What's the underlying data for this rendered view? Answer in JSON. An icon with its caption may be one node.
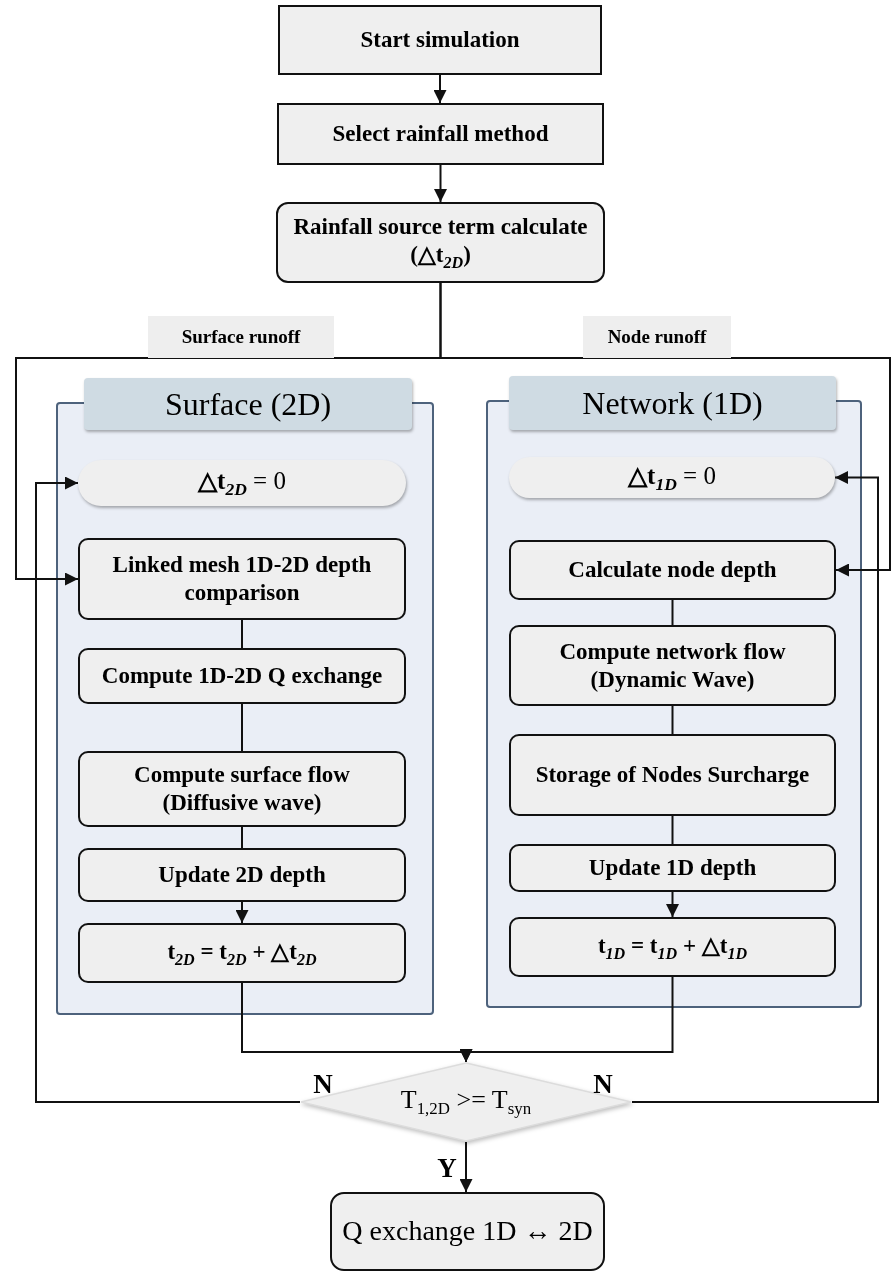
{
  "diagram": {
    "nodes": [
      {
        "text": [
          "Start simulation"
        ]
      },
      {
        "text": [
          "Select rainfall method"
        ]
      },
      {
        "text": [
          "Rainfall source term calculate (△t$_{2D}$)"
        ]
      },
      {
        "text": [
          "Surface (2D)"
        ]
      },
      {
        "text": [
          "**△t**$_{2D}$ = 0"
        ],
        "in": 3
      },
      {
        "text": [
          "Linked mesh 1D-2D depth comparison"
        ],
        "in": 3
      },
      {
        "text": [
          "Compute 1D-2D Q exchange"
        ],
        "in": 3
      },
      {
        "text": [
          "Compute surface flow (Diffusive wave)"
        ],
        "in": 3
      },
      {
        "text": [
          "Update 2D depth"
        ],
        "in": 3
      },
      {
        "text": [
          "t$_{2D}$ = t$_{2D}$ + △t$_{2D}$"
        ],
        "in": 3
      },
      {
        "text": [
          "Network (1D)"
        ]
      },
      {
        "text": [
          "**△t**$_{1D}$ = 0"
        ],
        "in": 10
      },
      {
        "text": [
          "Calculate node depth"
        ],
        "in": 10
      },
      {
        "text": [
          "Compute network flow (Dynamic Wave)"
        ],
        "in": 10
      },
      {
        "text": [
          "Storage of Nodes Surcharge"
        ],
        "in": 10
      },
      {
        "text": [
          "Update 1D depth"
        ],
        "in": 10
      },
      {
        "text": [
          "t$_{1D}$ = t$_{1D}$ + △t$_{1D}$"
        ],
        "in": 10
      },
      {
        "text": [
          "T$_{1,2D}$ >= T$_{syn}$"
        ]
      },
      {
        "text": [
          "Q exchange 1D ↔ 2D"
        ]
      }
    ],
    "edges": [
      {
        "from": 0,
        "to": 1,
        "arrow": "to"
      },
      {
        "from": 1,
        "to": 2,
        "arrow": "to"
      },
      {
        "from": 2,
        "to": 5,
        "arrow": "to",
        "label": "Surface runoff"
      },
      {
        "from": 2,
        "to": 12,
        "arrow": "to",
        "label": "Node runoff"
      },
      {
        "from": 5,
        "to": 6,
        "arrow": "none"
      },
      {
        "from": 6,
        "to": 7,
        "arrow": "none"
      },
      {
        "from": 7,
        "to": 8,
        "arrow": "none"
      },
      {
        "from": 8,
        "to": 9,
        "arrow": "to"
      },
      {
        "from": 12,
        "to": 13,
        "arrow": "none"
      },
      {
        "from": 13,
        "to": 14,
        "arrow": "none"
      },
      {
        "from": 14,
        "to": 15,
        "arrow": "none"
      },
      {
        "from": 15,
        "to": 16,
        "arrow": "to"
      },
      {
        "from": 9,
        "to": 17,
        "arrow": "to"
      },
      {
        "from": 16,
        "to": 17,
        "arrow": "to"
      },
      {
        "from": 17,
        "to": 4,
        "arrow": "to",
        "label": "N"
      },
      {
        "from": 17,
        "to": 11,
        "arrow": "to",
        "label": "N"
      },
      {
        "from": 17,
        "to": 18,
        "arrow": "to",
        "label": "Y"
      }
    ]
  }
}
